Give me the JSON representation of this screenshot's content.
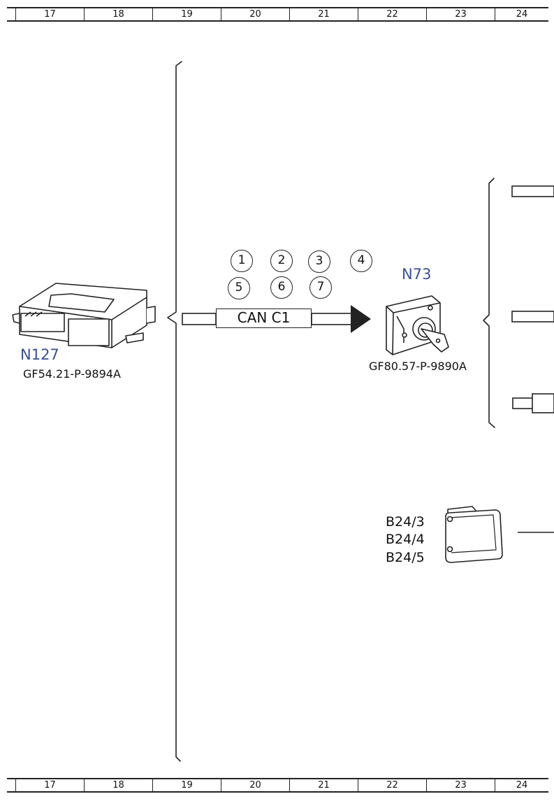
{
  "ruler": {
    "columns": [
      "17",
      "18",
      "19",
      "20",
      "21",
      "22",
      "23",
      "24"
    ]
  },
  "components": {
    "n127": {
      "id": "N127",
      "doc": "GF54.21-P-9894A"
    },
    "n73": {
      "id": "N73",
      "doc": "GF80.57-P-9890A"
    },
    "b24": {
      "lines": [
        "B24/3",
        "B24/4",
        "B24/5"
      ]
    }
  },
  "can_bus": {
    "label": "CAN C1",
    "markers": [
      "1",
      "2",
      "3",
      "4",
      "5",
      "6",
      "7"
    ]
  },
  "colors": {
    "identifier": "#3b4f9a",
    "line": "#222222"
  },
  "icons": [
    "control-unit-icon",
    "ignition-switch-icon",
    "sensor-icon",
    "arrow-icon"
  ]
}
